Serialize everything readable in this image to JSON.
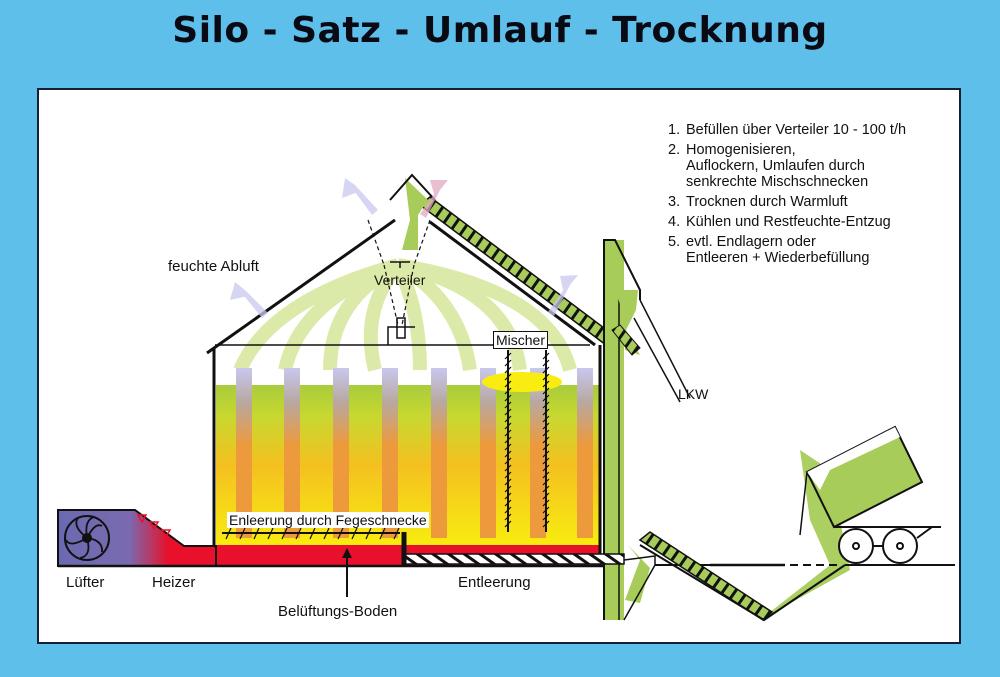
{
  "title": "Silo - Satz - Umlauf - Trocknung",
  "steps": [
    {
      "num": "1.",
      "text": "Befüllen über Verteiler  10 - 100 t/h"
    },
    {
      "num": "2.",
      "text": "Homogenisieren,\nAuflockern, Umlaufen durch\nsenkrechte Mischschnecken"
    },
    {
      "num": "3.",
      "text": "Trocknen durch Warmluft"
    },
    {
      "num": "4.",
      "text": "Kühlen und Restfeuchte-Entzug"
    },
    {
      "num": "5.",
      "text": "evtl. Endlagern oder\nEntleeren + Wiederbefüllung"
    }
  ],
  "labels": {
    "exhaust": "feuchte Abluft",
    "distributor": "Verteiler",
    "mixer": "Mischer",
    "truck": "LKW",
    "sweep_auger": "Enleerung durch Fegeschnecke",
    "fan": "Lüfter",
    "heater": "Heizer",
    "discharge": "Entleerung",
    "vent_floor": "Belüftungs-Boden"
  },
  "colors": {
    "background": "#5ec0ea",
    "grain_green": "#a8cc5a",
    "hot_red": "#e8102a",
    "grain_yellow": "#f8ec10",
    "grain_orange": "#ec9a3c",
    "fan_blue": "#6a6ab0",
    "exhaust_lilac": "#c8c8ee"
  }
}
